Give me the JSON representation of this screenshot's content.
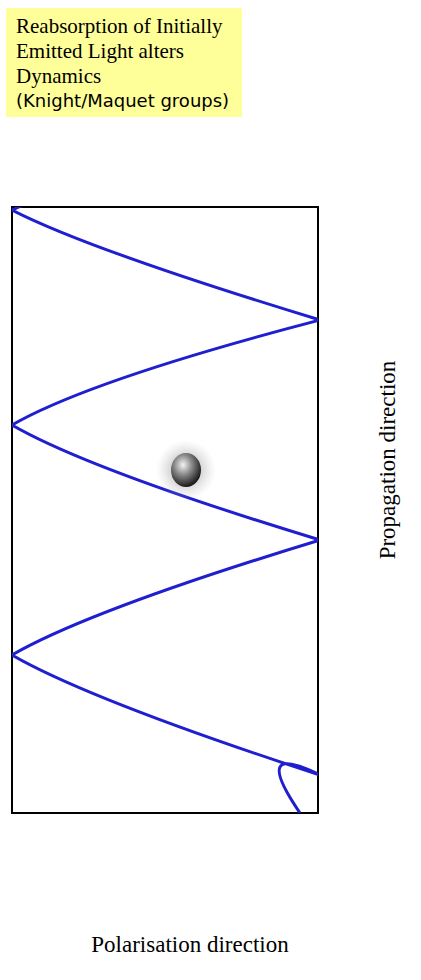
{
  "diagram": {
    "nodes": [
      {
        "text": [
          "Reabsorption of Initially Emitted Light alters Dynamics",
          "(Knight/Maquet groups)"
        ]
      }
    ],
    "labels": [
      "Propagation direction",
      "Polarisation direction"
    ]
  }
}
